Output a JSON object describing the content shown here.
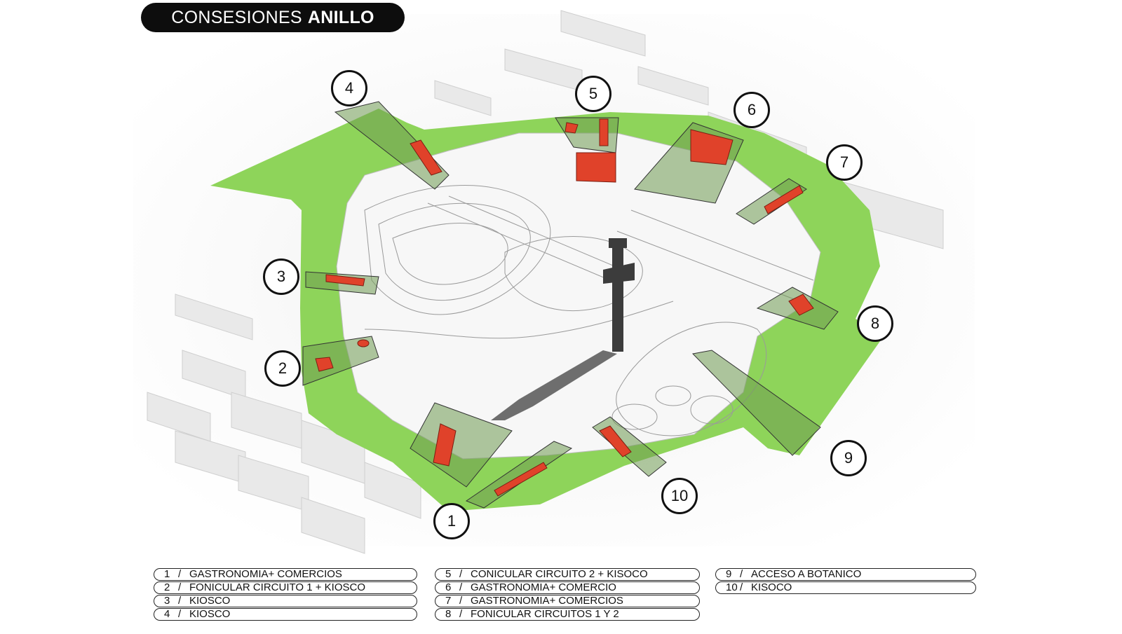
{
  "title": {
    "prefix": "CONSESIONES",
    "bold": "ANILLO"
  },
  "callouts": [
    "1",
    "2",
    "3",
    "4",
    "5",
    "6",
    "7",
    "8",
    "9",
    "10"
  ],
  "legend": [
    {
      "num": "1",
      "text": "GASTRONOMIA+ COMERCIOS"
    },
    {
      "num": "2",
      "text": "FONICULAR  CIRCUITO 1 + KIOSCO"
    },
    {
      "num": "3",
      "text": "KIOSCO"
    },
    {
      "num": "4",
      "text": "KIOSCO"
    },
    {
      "num": "5",
      "text": "CONICULAR CIRCUITO 2 + KISOCO"
    },
    {
      "num": "6",
      "text": "GASTRONOMIA+ COMERCIO"
    },
    {
      "num": "7",
      "text": "GASTRONOMIA+ COMERCIOS"
    },
    {
      "num": "8",
      "text": "FONICULAR CIRCUITOS 1 Y 2"
    },
    {
      "num": "9",
      "text": "ACCESO A BOTANICO"
    },
    {
      "num": "10",
      "text": "KISOCO"
    }
  ],
  "colors": {
    "ring": "#8ed45a",
    "zone": "#6f9a52",
    "concession": "#e0422a",
    "tower": "#3c3c3c"
  }
}
